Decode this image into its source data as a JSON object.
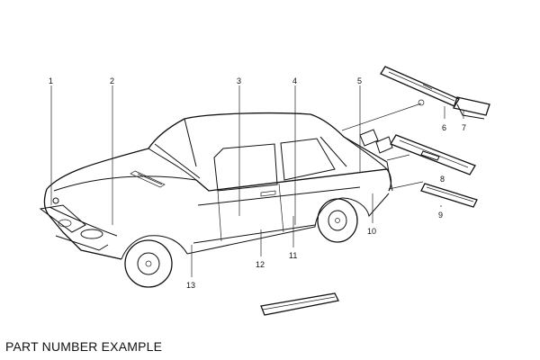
{
  "caption": "PART NUMBER EXAMPLE",
  "callouts": [
    "1",
    "2",
    "3",
    "4",
    "5",
    "6",
    "7",
    "8",
    "9",
    "10",
    "11",
    "12",
    "13"
  ]
}
